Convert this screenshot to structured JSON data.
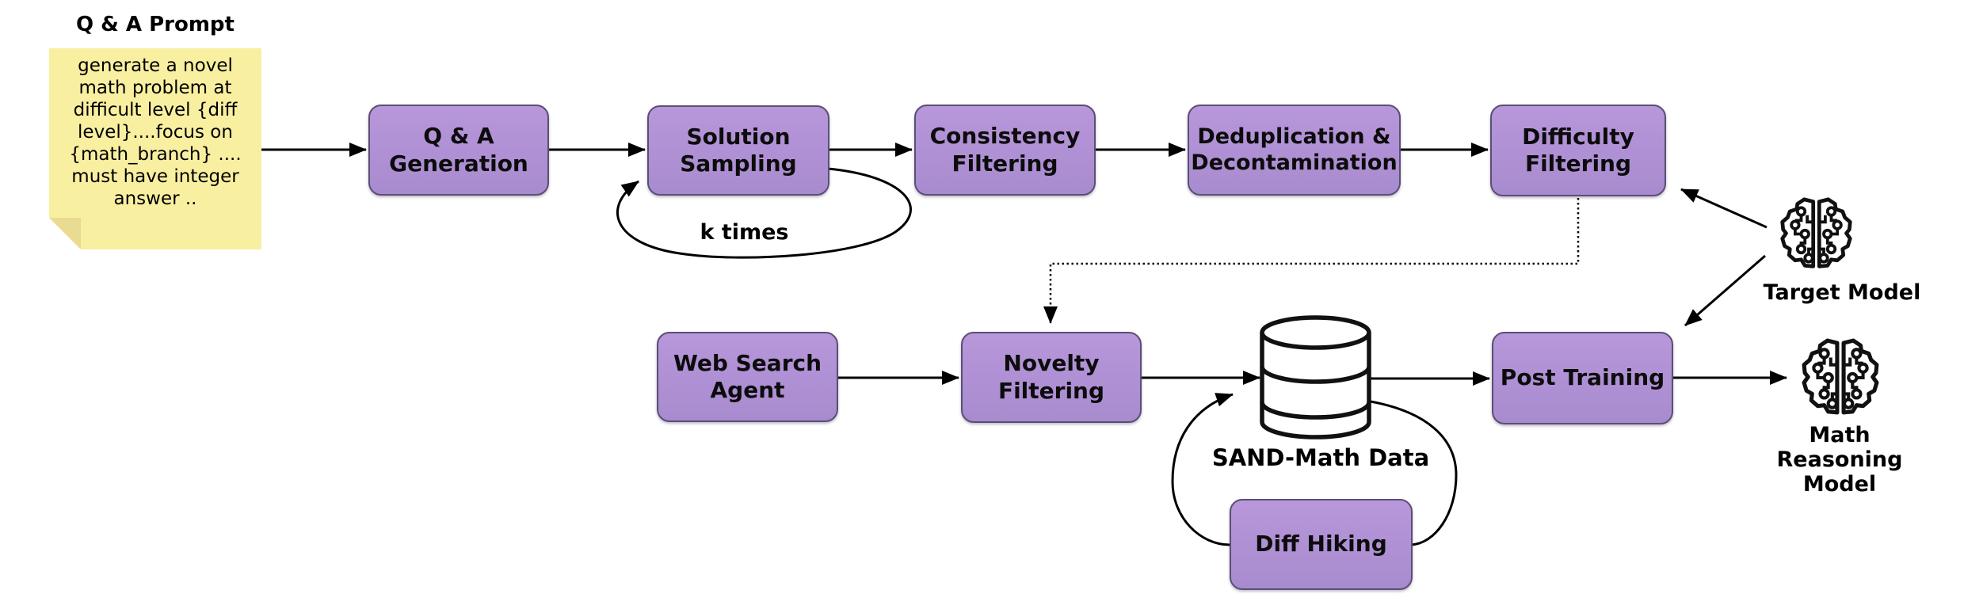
{
  "diagram": {
    "prompt_note": {
      "title": "Q & A Prompt",
      "body": "generate a novel math problem at difficult level {diff level}....focus on {math_branch} .... must have integer answer .."
    },
    "nodes": {
      "qa_generation": "Q & A Generation",
      "solution_sampling": "Solution Sampling",
      "consistency_filtering": "Consistency Filtering",
      "deduplication": "Deduplication & Decontamination",
      "difficulty_filtering": "Difficulty Filtering",
      "web_search_agent": "Web Search Agent",
      "novelty_filtering": "Novelty Filtering",
      "post_training": "Post Training",
      "diff_hiking": "Diff Hiking"
    },
    "labels": {
      "k_times": "k times",
      "sand_math_data": "SAND-Math Data",
      "target_model": "Target Model",
      "math_reasoning_model": "Math Reasoning Model"
    },
    "icons": {
      "target_model": "circuit-brain-icon",
      "math_reasoning_model": "circuit-brain-icon",
      "sand_math_store": "database-cylinder-icon"
    },
    "colors": {
      "node_fill_top": "#b897da",
      "node_fill_bottom": "#a88bce",
      "node_border": "#5a4f73",
      "note_fill": "#f9efa1",
      "note_fold": "#e9dc92",
      "arrow": "#000000",
      "background": "#ffffff"
    }
  }
}
